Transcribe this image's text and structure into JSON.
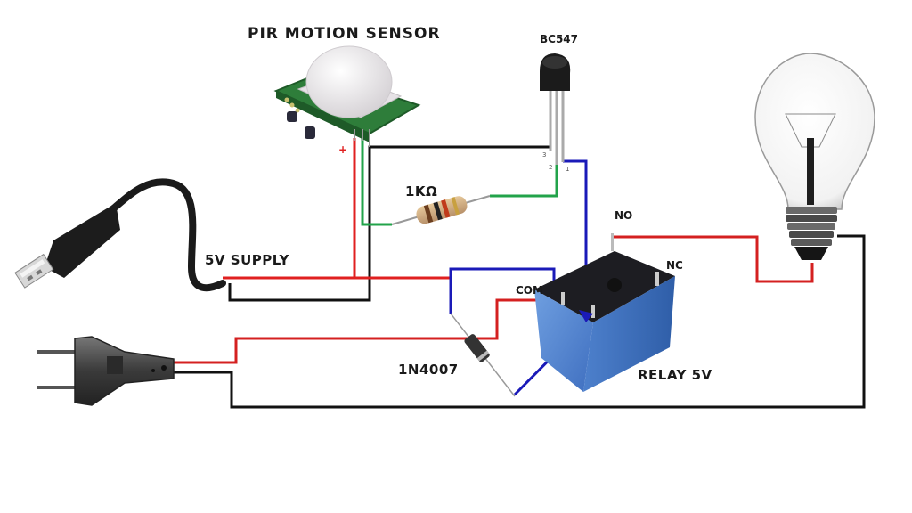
{
  "title": "PIR Motion Sensor Light Circuit",
  "components": {
    "pir_sensor": {
      "label": "PIR MOTION SENSOR",
      "pin_plus": "+"
    },
    "transistor": {
      "label": "BC547",
      "pins": [
        "3",
        "2",
        "1"
      ]
    },
    "resistor": {
      "label": "1KΩ"
    },
    "usb_supply": {
      "label": "5V SUPPLY"
    },
    "relay": {
      "label": "RELAY 5V",
      "terminals": {
        "no": "NO",
        "nc": "NC",
        "com": "COM"
      }
    },
    "diode": {
      "label": "1N4007"
    },
    "mains_plug": {
      "label": ""
    },
    "bulb": {
      "label": ""
    }
  },
  "wire_colors": {
    "positive": "#e02020",
    "ground": "#111111",
    "signal": "#22a34a",
    "coil": "#1a1ab8",
    "mains_live": "#d42020"
  }
}
